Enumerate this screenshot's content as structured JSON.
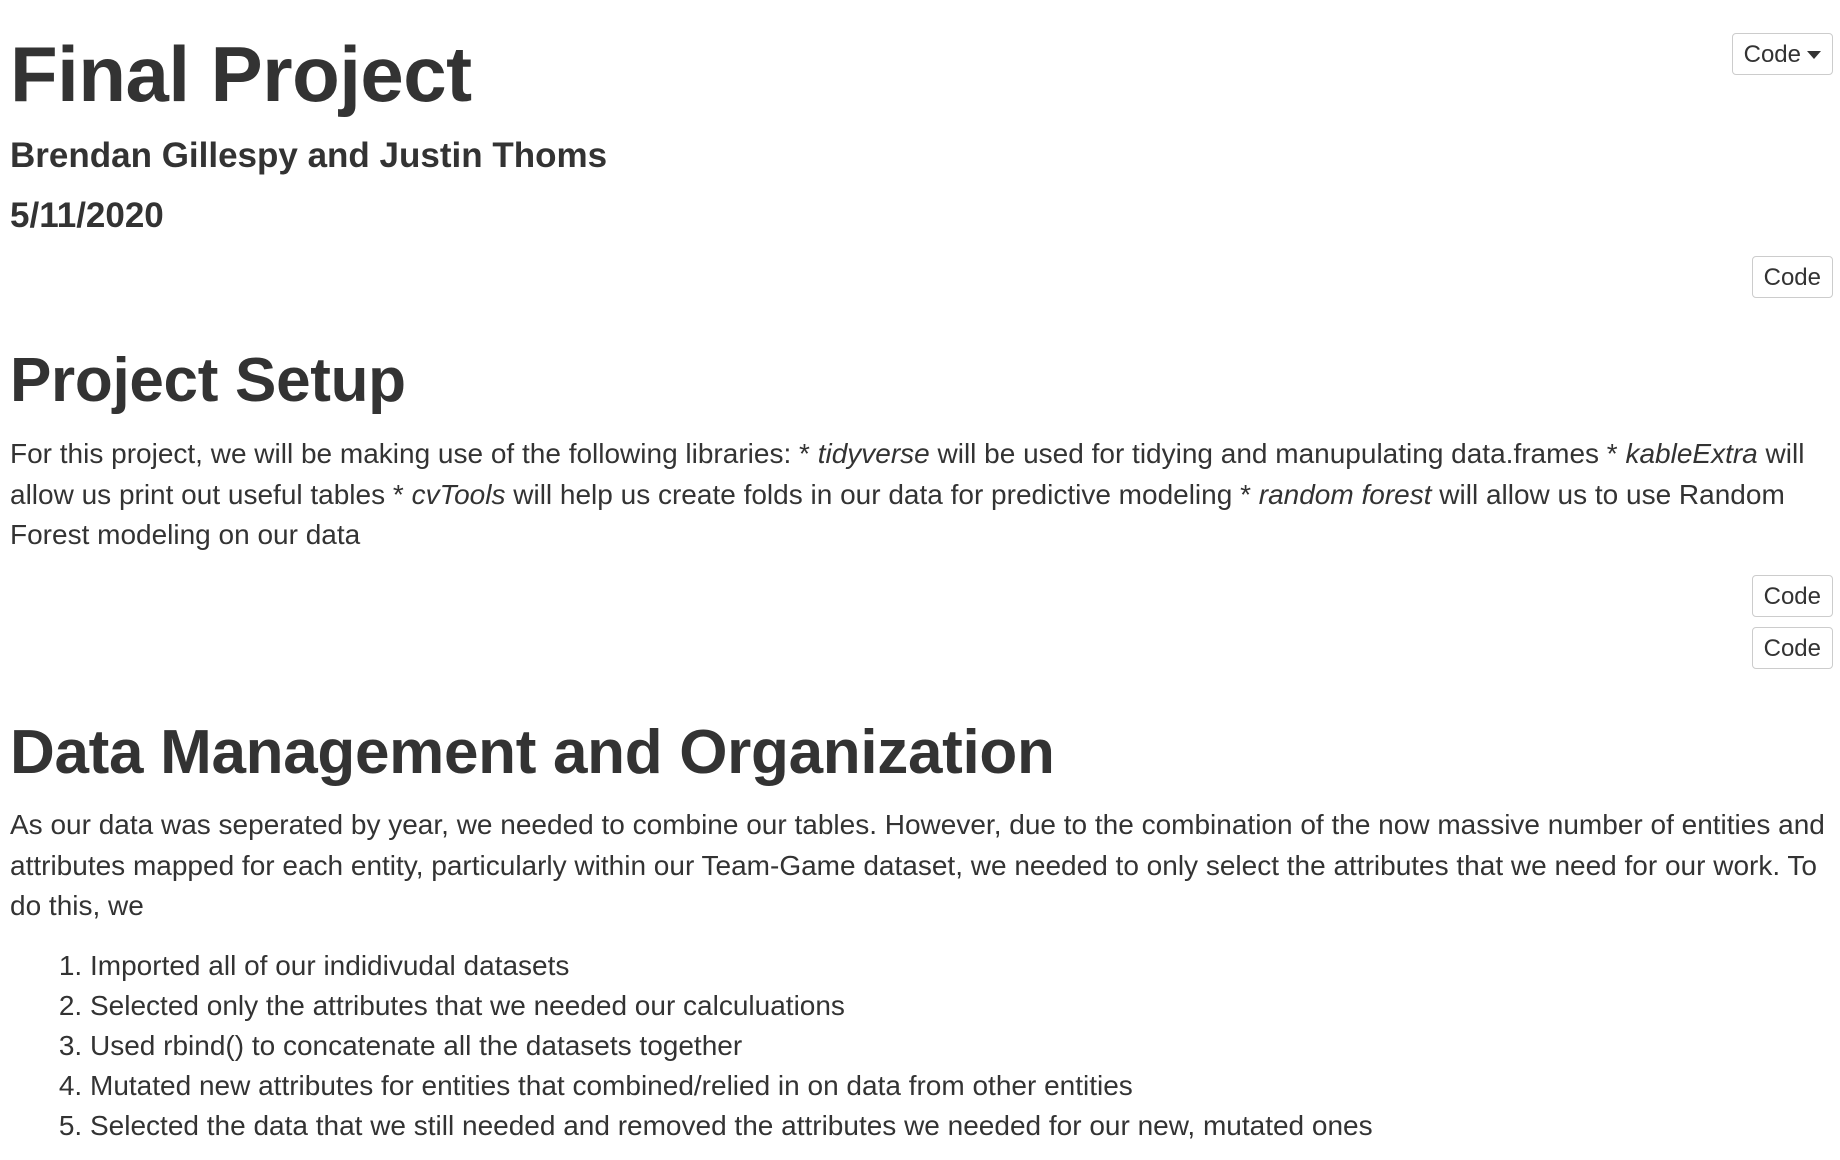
{
  "header": {
    "code_menu_label": "Code",
    "title": "Final Project",
    "author": "Brendan Gillespy and Justin Thoms",
    "date": "5/11/2020"
  },
  "code_buttons": {
    "label": "Code"
  },
  "setup_section": {
    "heading": "Project Setup",
    "paragraph": {
      "t1": "For this project, we will be making use of the following libraries: * ",
      "lib1": "tidyverse",
      "t2": " will be used for tidying and manupulating data.frames * ",
      "lib2": "kableExtra",
      "t3": " will allow us print out useful tables * ",
      "lib3": "cvTools",
      "t4": " will help us create folds in our data for predictive modeling * ",
      "lib4": "random forest",
      "t5": " will allow us to use Random Forest modeling on our data"
    }
  },
  "data_section": {
    "heading": "Data Management and Organization",
    "paragraph": "As our data was seperated by year, we needed to combine our tables. However, due to the combination of the now massive number of entities and attributes mapped for each entity, particularly within our Team-Game dataset, we needed to only select the attributes that we need for our work. To do this, we",
    "steps": [
      "Imported all of our indidivudal datasets",
      "Selected only the attributes that we needed our calculuations",
      "Used rbind() to concatenate all the datasets together",
      "Mutated new attributes for entities that combined/relied in on data from other entities",
      "Selected the data that we still needed and removed the attributes we needed for our new, mutated ones"
    ]
  }
}
